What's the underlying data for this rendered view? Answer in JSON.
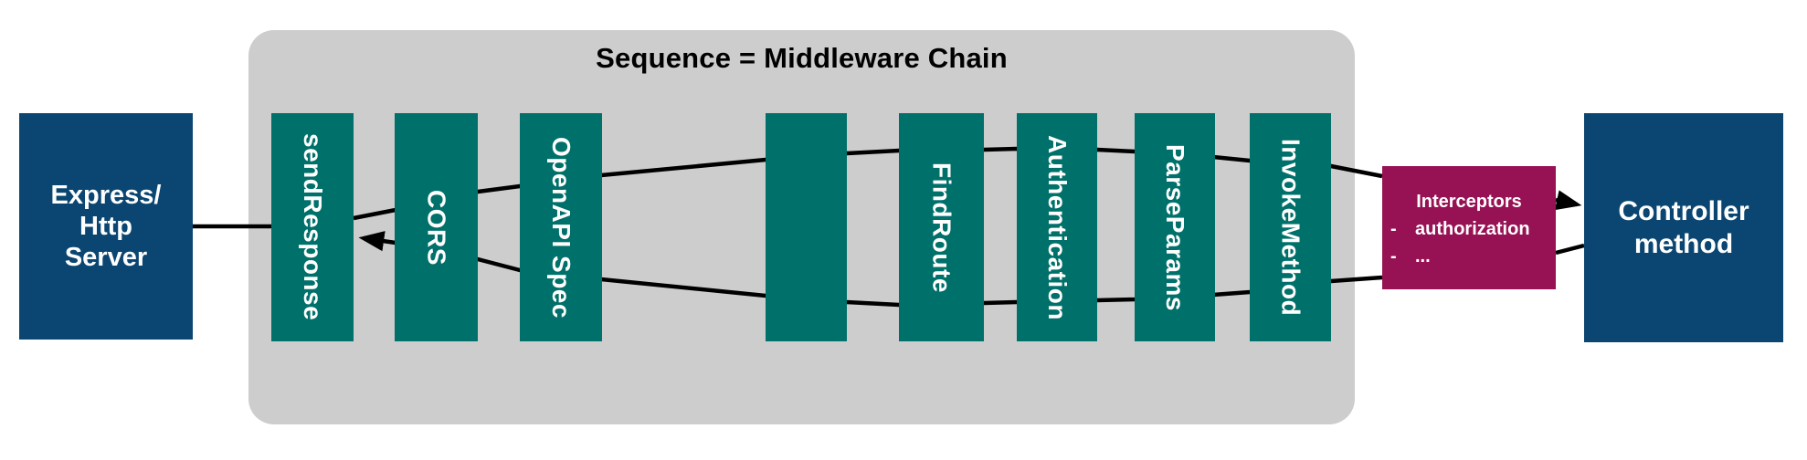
{
  "title": "Sequence = Middleware Chain",
  "express": {
    "label": "Express/\nHttp\nServer"
  },
  "controller": {
    "label": "Controller\nmethod"
  },
  "middleware": {
    "items": [
      {
        "label": "sendResponse"
      },
      {
        "label": "CORS"
      },
      {
        "label": "OpenAPI Spec"
      },
      {
        "label": ""
      },
      {
        "label": "FindRoute"
      },
      {
        "label": "Authentication"
      },
      {
        "label": "ParseParams"
      },
      {
        "label": "InvokeMethod"
      }
    ]
  },
  "interceptors": {
    "title": "Interceptors",
    "items": [
      {
        "bullet": "-",
        "label": "authorization"
      },
      {
        "bullet": "-",
        "label": "..."
      }
    ]
  },
  "colors": {
    "teal": "#00706a",
    "navy": "#0a4671",
    "magenta": "#971254",
    "panel": "#cdcdcd",
    "line": "#000000",
    "text_light": "#ffffff",
    "text_dark": "#000000"
  }
}
